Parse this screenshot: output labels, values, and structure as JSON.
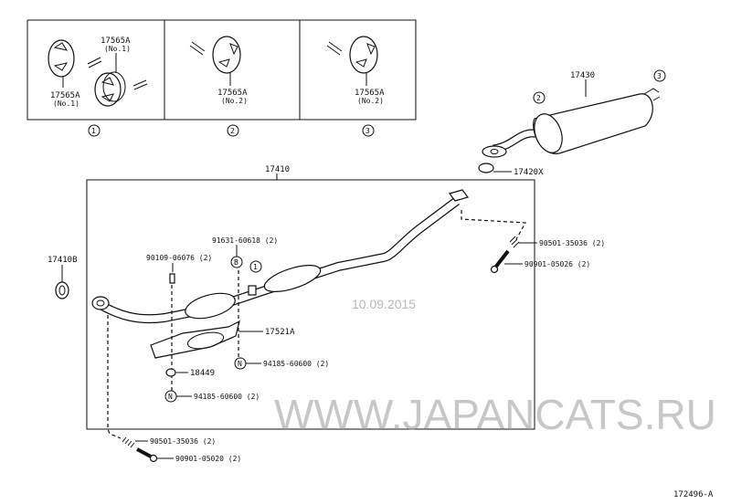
{
  "diagram_id": "172496-A",
  "panels": [
    {
      "callout": "1",
      "labels": [
        {
          "part": "17565A",
          "note": "(No.1)"
        },
        {
          "part": "17565A",
          "note": "(No.1)"
        }
      ]
    },
    {
      "callout": "2",
      "labels": [
        {
          "part": "17565A",
          "note": "(No.2)"
        }
      ]
    },
    {
      "callout": "3",
      "labels": [
        {
          "part": "17565A",
          "note": "(No.2)"
        }
      ]
    }
  ],
  "muffler": {
    "part": "17430",
    "gasket": "17420X",
    "callout_front": "2",
    "callout_rear": "3"
  },
  "assembly": {
    "part": "17410",
    "gasket_outside": "17410B",
    "callout_pipe": "1",
    "labels": {
      "bolt_top": "90109-06076 (2)",
      "bolt_b": "91631-60618 (2)",
      "b_marker": "B",
      "heat_insulator": "17521A",
      "nut_n1": "94185-60600 (2)",
      "n_marker": "N",
      "cushion": "18449",
      "nut_n2": "94185-60600 (2)",
      "spring_rear": "90501-35036 (2)",
      "bolt_rear": "90901-05026 (2)",
      "spring_front": "90501-35036 (2)",
      "bolt_front": "90901-05020 (2)"
    }
  },
  "watermark": {
    "site": "WWW.JAPANCATS.RU",
    "date": "10.09.2015"
  }
}
